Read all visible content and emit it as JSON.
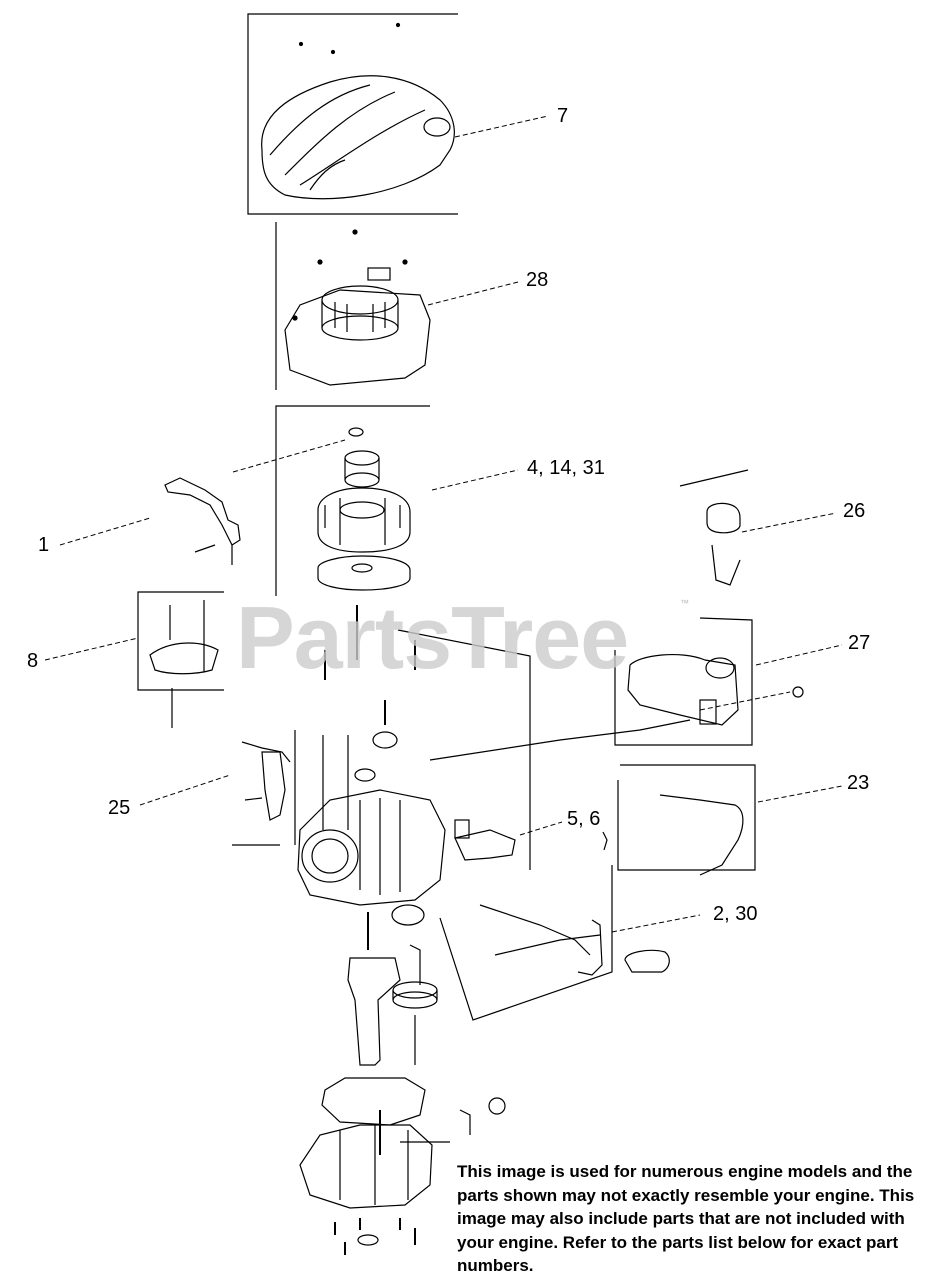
{
  "watermark": {
    "text": "PartsTree",
    "trademark": "™"
  },
  "callouts": {
    "c7": "7",
    "c28": "28",
    "c4_14_31": "4, 14, 31",
    "c26": "26",
    "c1": "1",
    "c8": "8",
    "c27": "27",
    "c25": "25",
    "c23": "23",
    "c5_6": "5, 6",
    "c2_30": "2, 30"
  },
  "disclaimer": "This image is used for numerous engine models and the parts shown may not exactly resemble your engine. This image may also include parts that are not included with your engine. Refer to the parts list below for exact part numbers."
}
